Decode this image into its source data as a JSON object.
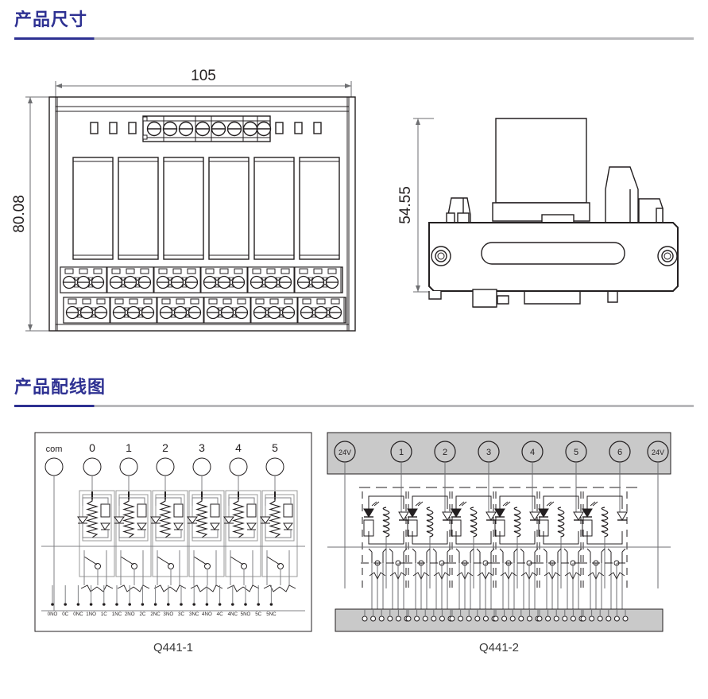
{
  "sections": {
    "dimensions": {
      "title": "产品尺寸",
      "drawings": {
        "top_view": {
          "name": "top-view",
          "width_dim": "105",
          "height_dim": "80.08",
          "relay_count": 6,
          "top_terminal_count": 8,
          "indicator_groups": [
            3,
            3
          ],
          "bottom_terminal_rows": 2,
          "bottom_terminals_per_row": 18
        },
        "side_view": {
          "name": "side-view",
          "height_dim": "54.55",
          "screw_holes": 2
        }
      }
    },
    "wiring": {
      "title": "产品配线图",
      "diagrams": [
        {
          "caption": "Q441-1",
          "input_labels": [
            "com",
            "0",
            "1",
            "2",
            "3",
            "4",
            "5"
          ],
          "channel_count": 6,
          "output_labels": [
            "0NO",
            "0C",
            "0NC",
            "1NO",
            "1C",
            "1NC",
            "2NO",
            "2C",
            "2NC",
            "3NO",
            "3C",
            "3NC",
            "4NO",
            "4C",
            "4NC",
            "5NO",
            "5C",
            "5NC"
          ]
        },
        {
          "caption": "Q441-2",
          "header_labels": [
            "24V",
            "1",
            "2",
            "3",
            "4",
            "5",
            "6",
            "24V"
          ],
          "channel_count": 6,
          "contacts_per_channel": 2,
          "bottom_terminal_count": 36
        }
      ]
    }
  },
  "colors": {
    "heading": "#2e3192",
    "rule_tail": "#b9b9bc",
    "line": "#231f20",
    "line_gray": "#6d6e71",
    "panel_gray": "#c9c9c9",
    "caption": "#3a3a3a"
  }
}
